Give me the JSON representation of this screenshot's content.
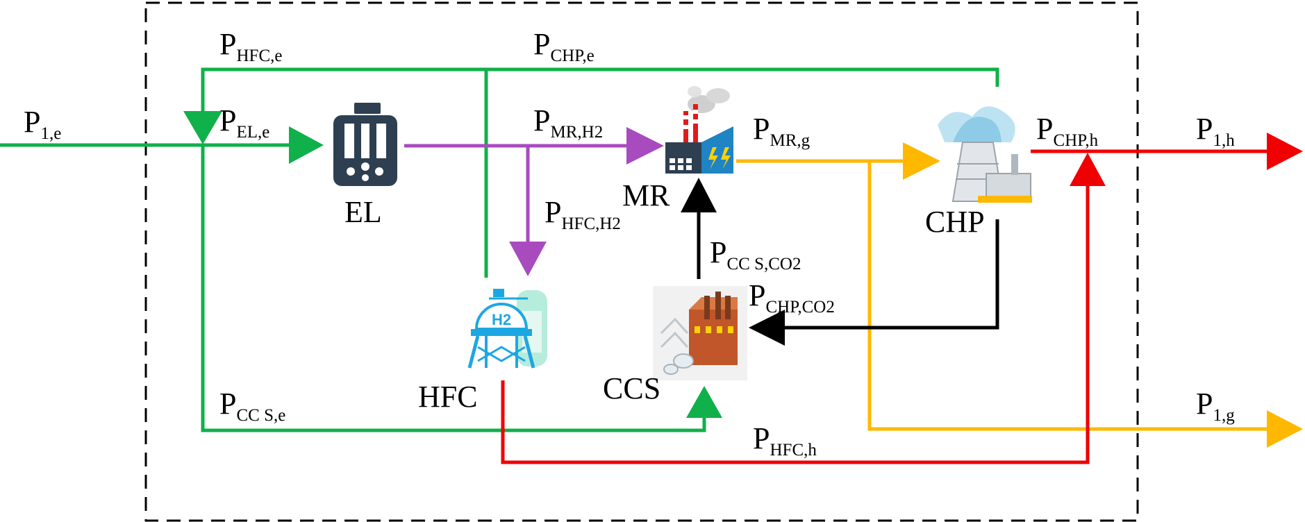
{
  "colors": {
    "electricity": "#10b04a",
    "hydrogen": "#a84bbf",
    "gas": "#ffb800",
    "heat": "#f00000",
    "co2": "#000000",
    "boundary": "#000000"
  },
  "components": {
    "el": {
      "name": "EL",
      "icon": "electrolyzer-icon"
    },
    "mr": {
      "name": "MR",
      "icon": "factory-icon"
    },
    "chp": {
      "name": "CHP",
      "icon": "power-plant-icon"
    },
    "hfc": {
      "name": "HFC",
      "icon": "hydrogen-tank-icon"
    },
    "ccs": {
      "name": "CCS",
      "icon": "carbon-capture-plant-icon"
    }
  },
  "flows": {
    "p1e": {
      "main": "P",
      "sub": "1,e"
    },
    "phfce": {
      "main": "P",
      "sub": "HFC,e"
    },
    "pchpe": {
      "main": "P",
      "sub": "CHP,e"
    },
    "pele": {
      "main": "P",
      "sub": "EL,e"
    },
    "pmrh2": {
      "main": "P",
      "sub": "MR,H2"
    },
    "pmrg": {
      "main": "P",
      "sub": "MR,g"
    },
    "pchph": {
      "main": "P",
      "sub": "CHP,h"
    },
    "p1h": {
      "main": "P",
      "sub": "1,h"
    },
    "phfch2": {
      "main": "P",
      "sub": "HFC,H2"
    },
    "pccsco2": {
      "main": "P",
      "sub": "CC S,CO2"
    },
    "pchpco2": {
      "main": "P",
      "sub": "CHP,CO2"
    },
    "pccse": {
      "main": "P",
      "sub": "CC S,e"
    },
    "p1g": {
      "main": "P",
      "sub": "1,g"
    },
    "phfch": {
      "main": "P",
      "sub": "HFC,h"
    }
  }
}
